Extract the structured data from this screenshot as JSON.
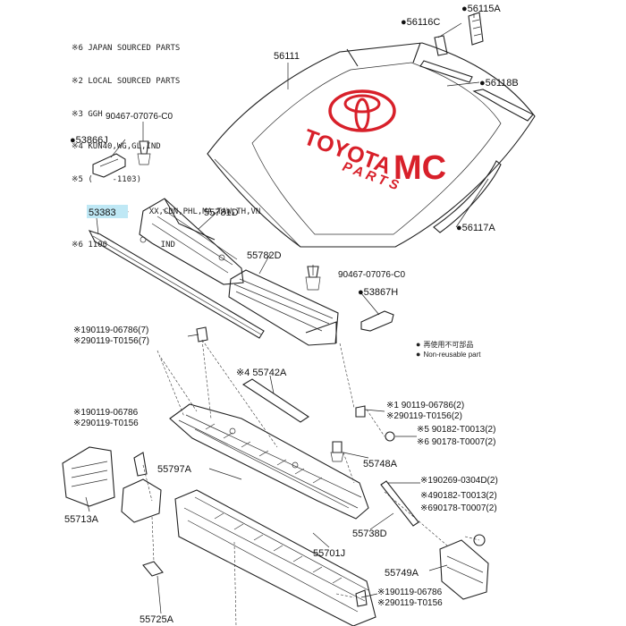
{
  "notes": [
    "※6 JAPAN SOURCED PARTS",
    "※2 LOCAL SOURCED PARTS",
    "※3 GGH",
    "※4 KUN40,WG,GL,IND",
    "※5 (    -1103)",
    "       1106-    XX,CDN,PHL,MA,TAW,TH,VN",
    "※6 1100           IND"
  ],
  "legend": [
    {
      "symbol": "●",
      "text": "再使用不可部品"
    },
    {
      "symbol": "●",
      "text": "Non-reusable part"
    }
  ],
  "watermark": {
    "line1": "MC",
    "line2": "TOYOTA",
    "line3": "PARTS",
    "color": "#d8202a"
  },
  "labels": {
    "p56115a": "●56115A",
    "p56116c": "●56116C",
    "p56111": "56111",
    "p56118b": "●56118B",
    "p9046707076c0_top": "90467-07076-C0",
    "p53866j": "●53866J",
    "p53383": "53383",
    "p55781d": "55781D",
    "p55782d": "55782D",
    "p56117a": "●56117A",
    "p9046707076c0_mid": "90467-07076-C0",
    "p53867h": "●53867H",
    "p90119_06786_7": "※190119-06786(7)",
    "p90119_t0156_7": "※290119-T0156(7)",
    "p55742a": "※4 55742A",
    "p90119_06786_2": "※1 90119-06786(2)",
    "p90119_t0156_2": "※290119-T0156(2)",
    "p90182_t0013_2": "※5 90182-T0013(2)",
    "p90178_t0007_2": "※6 90178-T0007(2)",
    "p90119_06786_left": "※190119-06786",
    "p90119_t0156_left": "※290119-T0156",
    "p55748a": "55748A",
    "p90269_0304d_2": "※190269-0304D(2)",
    "p90182_t0013_2b": "※490182-T0013(2)",
    "p90178_t0007_2b": "※690178-T0007(2)",
    "p55797a": "55797A",
    "p55713a": "55713A",
    "p55738d": "55738D",
    "p55701j": "55701J",
    "p55749a": "55749A",
    "p90119_06786_bot": "※190119-06786",
    "p90119_t0156_bot": "※290119-T0156",
    "p55725a": "55725A"
  }
}
